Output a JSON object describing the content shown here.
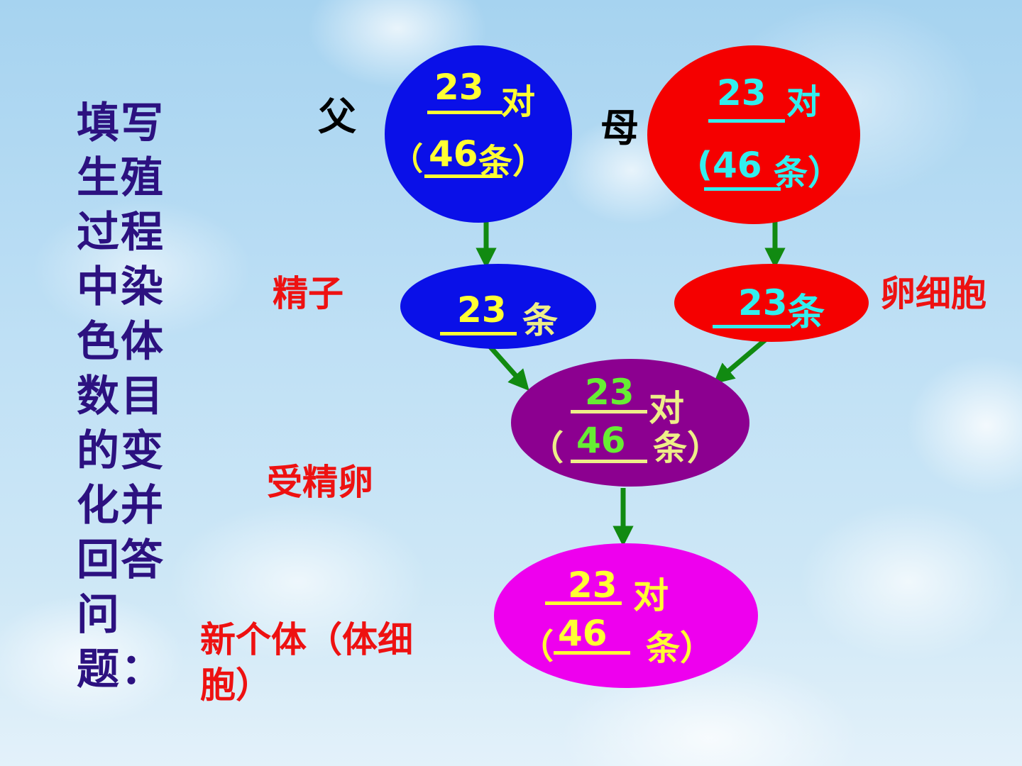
{
  "title": "填写生殖过程中染色体数目的变化并回答问题：",
  "labels": {
    "father": "父",
    "mother": "母",
    "sperm": "精子",
    "egg": "卵细胞",
    "zygote": "受精卵",
    "new_individual": "新个体（体细胞）"
  },
  "father_cell": {
    "pairs": "23",
    "pairs_unit": "对",
    "paren_open": "（",
    "count": "46",
    "count_unit": "条）",
    "color": "#0a10e8"
  },
  "mother_cell": {
    "pairs": "23",
    "pairs_unit": "对",
    "paren_open": "(",
    "count": "46",
    "count_unit": "条）",
    "color": "#f50000"
  },
  "sperm_cell": {
    "count": "23",
    "unit": "条",
    "color": "#0a10e8"
  },
  "egg_cell": {
    "count": "23",
    "unit": "条",
    "color": "#f50000"
  },
  "zygote_cell": {
    "pairs": "23",
    "pairs_unit": "对",
    "paren_open": "（",
    "count": "46",
    "count_unit": "条）",
    "color": "#8c0090"
  },
  "new_cell": {
    "pairs": "23",
    "pairs_unit": "对",
    "paren_open": "（",
    "count": "46",
    "count_unit": "条）",
    "color": "#ee00ee"
  },
  "colors": {
    "title": "#2c1180",
    "label_red": "#ee1111",
    "arrow": "#118a11",
    "yellow_text": "#ffff33",
    "cyan_text": "#33eeee",
    "green_text": "#66ee33",
    "pale_yellow": "#eeee88"
  }
}
